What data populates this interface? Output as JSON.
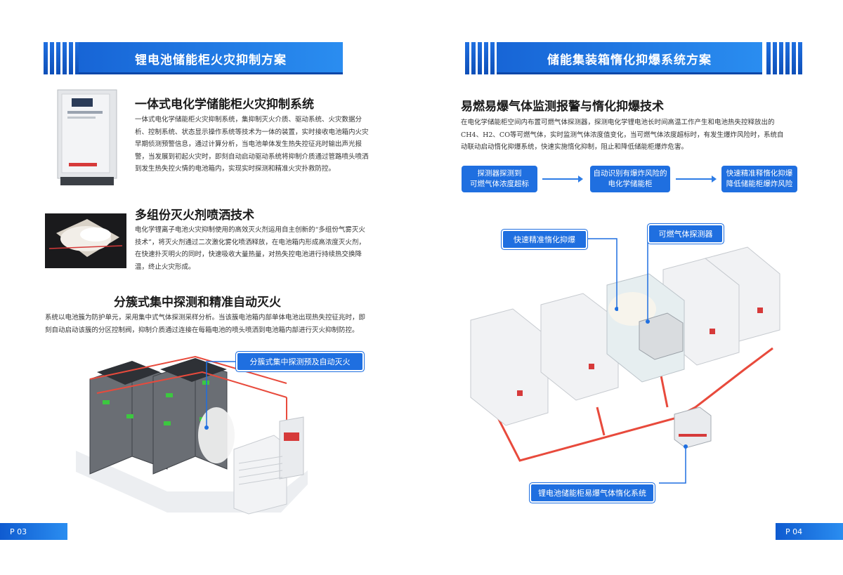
{
  "left": {
    "header_title": "锂电池储能柜火灾抑制方案",
    "sec1": {
      "title": "一体式电化学储能柜火灾抑制系统",
      "lines": [
        "一体式电化学储能柜火灾抑制系统，集抑制灭火介质、驱动系统、火灾数据分",
        "析、控制系统、状态显示操作系统等技术为一体的装置，实时接收电池箱内火灾",
        "早期侦测预警信息，通过计算分析，当电池单体发生热失控征兆时输出声光报",
        "警，当发展到初起火灾时，即刻自动启动驱动系统将抑制介质通过管路喷头喷洒",
        "到发生热失控火情的电池箱内，实现实时探测和精准火灾扑救防控。"
      ]
    },
    "sec2": {
      "title": "多组份灭火剂喷洒技术",
      "lines": [
        "电化学锂离子电池火灾抑制使用的高效灭火剂运用自主创新的“多组份气雾灭火",
        "技术”，将灭火剂通过二次激化雾化喷洒释放，在电池箱内形成高浓度灭火剂，",
        "在快速扑灭明火的同时，快速吸收大量热量，对热失控电池进行持续热交换降",
        "温，终止火灾形成。"
      ]
    },
    "sec3": {
      "title": "分簇式集中探测和精准自动灭火",
      "lines": [
        "系统以电池簇为防护单元，采用集中式气体探测采样分析。当该簇电池箱内部单体电池出现热失控征兆时，即",
        "刻自动启动该簇的分区控制阀，抑制介质通过连接在每箱电池的喷头喷洒到电池箱内部进行灭火抑制防控。"
      ],
      "callout": "分簇式集中探测预及自动灭火"
    },
    "page_label": "P 03"
  },
  "right": {
    "header_title": "储能集装箱惰化抑爆系统方案",
    "sec1": {
      "title": "易燃易爆气体监测报警与惰化抑爆技术",
      "lines": [
        "在电化学储能柜空间内布置可燃气体探测器，探测电化学锂电池长时间高温工作产生和电池热失控释放出的",
        "CH4、H2、CO等可燃气体，实时监测气体浓度值变化，当可燃气体浓度超标时，有发生爆炸风险时，系统自",
        "动联动启动惰化抑爆系统，快速实施惰化抑制，阻止和降低储能柜爆炸危害。"
      ]
    },
    "flow": [
      {
        "line1": "探测器探测到",
        "line2": "可燃气体浓度超标"
      },
      {
        "line1": "自动识别有爆炸风险的",
        "line2": "电化学储能柜"
      },
      {
        "line1": "快速精准释惰化抑爆",
        "line2": "降低储能柜爆炸风险"
      }
    ],
    "callouts": {
      "suppress": "快速精准惰化抑爆",
      "detector": "可燃气体探测器",
      "system": "锂电池储能柜易爆气体惰化系统"
    },
    "page_label": "P 04"
  },
  "colors": {
    "accent": "#1f6fe0",
    "pipe": "#e03a33",
    "valve": "#3cc840"
  }
}
